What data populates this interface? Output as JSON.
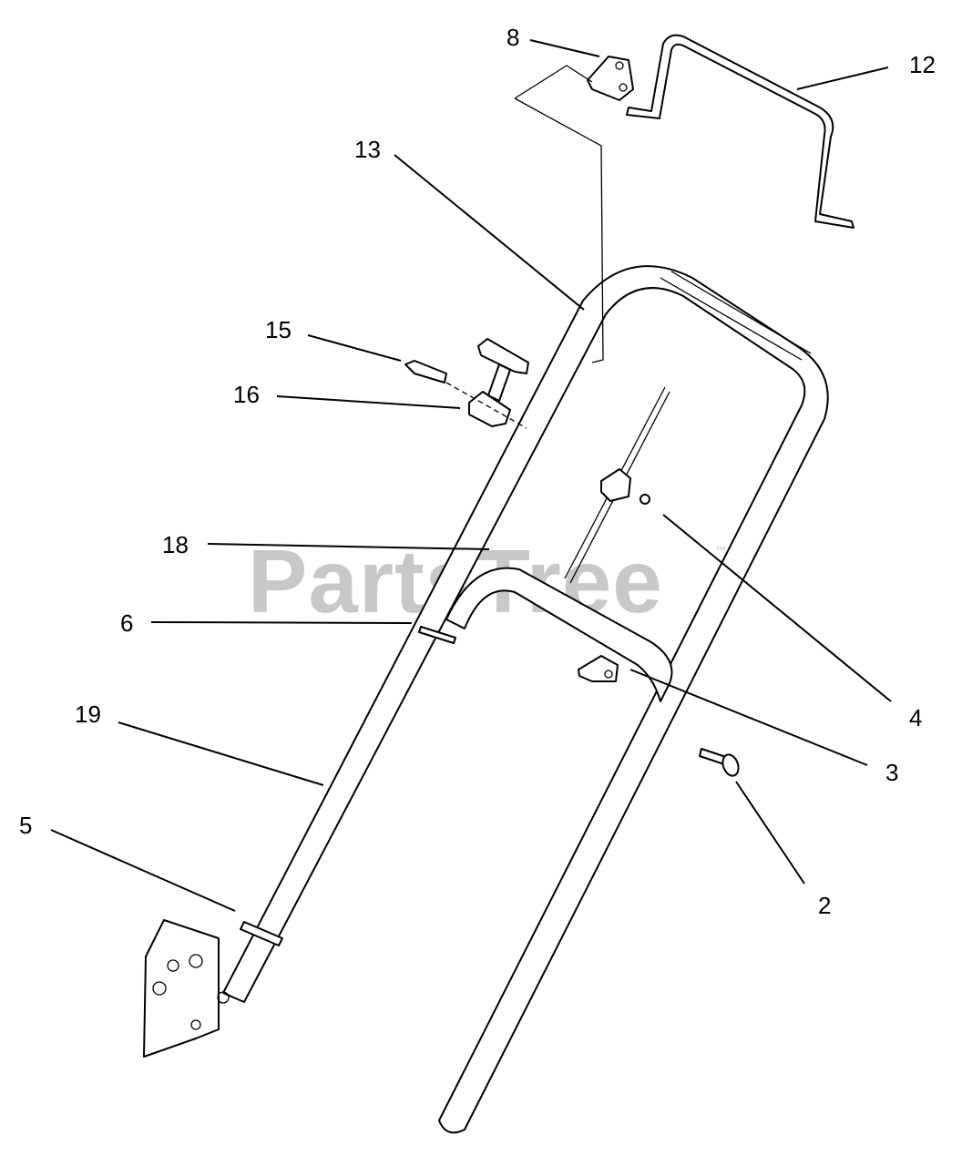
{
  "watermark": {
    "text": "PartsTree",
    "mark": "™"
  },
  "callouts": {
    "c8": "8",
    "c12": "12",
    "c13": "13",
    "c15": "15",
    "c16": "16",
    "c18": "18",
    "c6": "6",
    "c19": "19",
    "c5": "5",
    "c4": "4",
    "c3": "3",
    "c2": "2"
  }
}
